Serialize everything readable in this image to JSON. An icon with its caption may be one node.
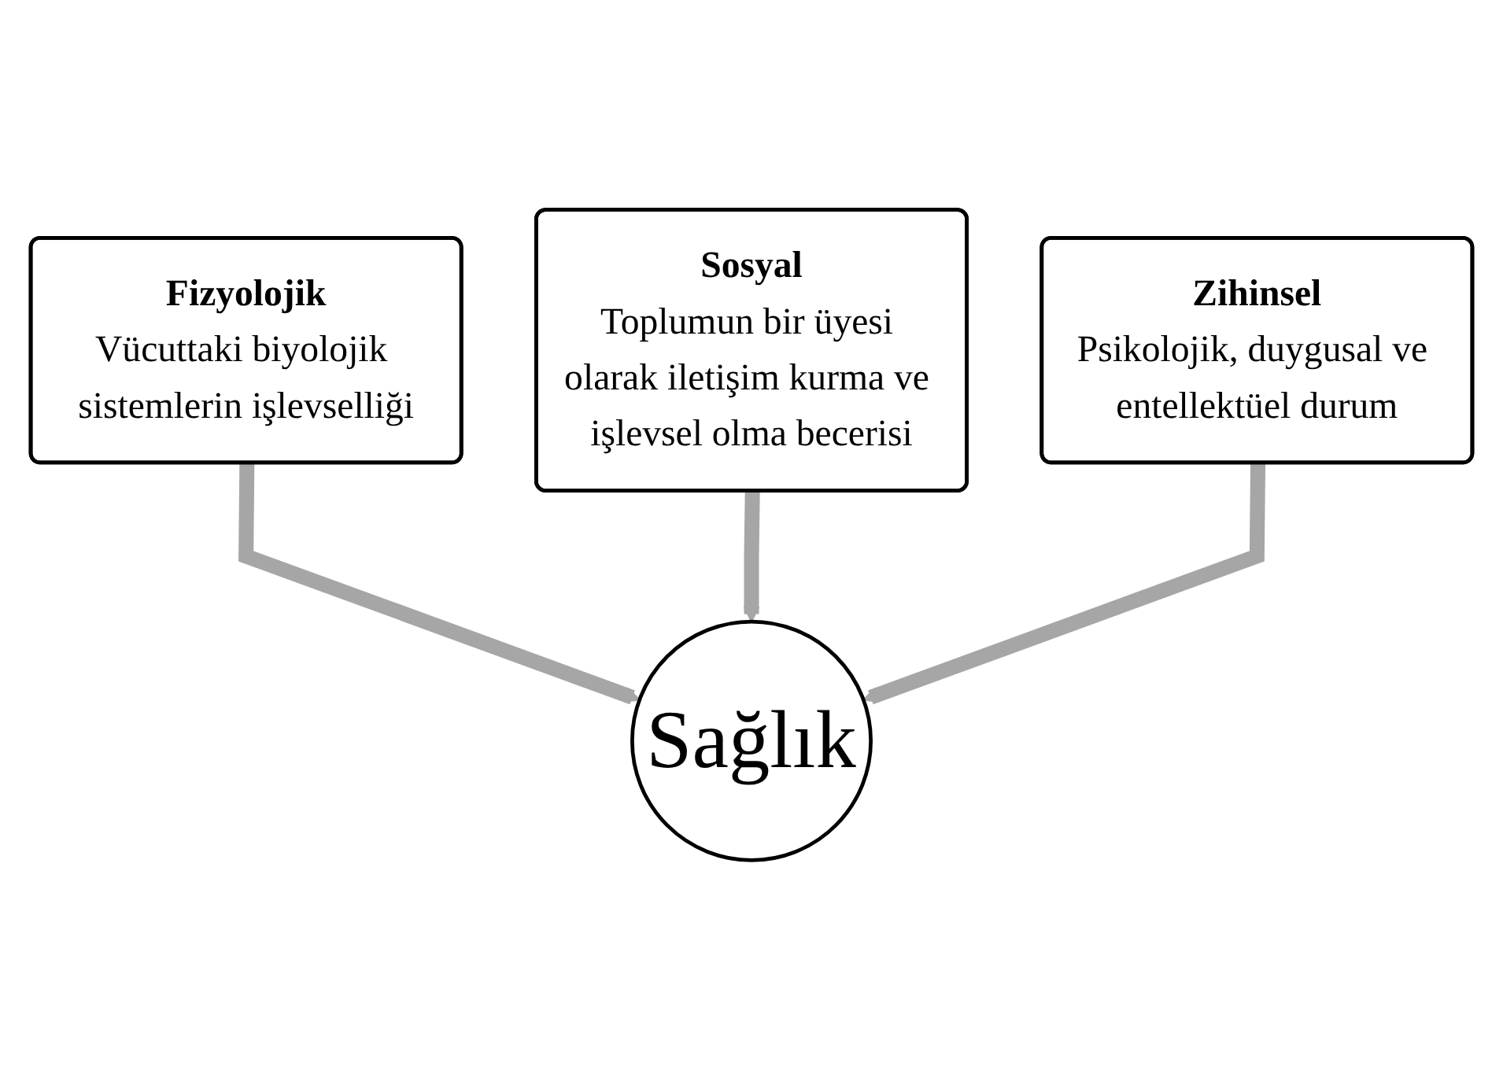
{
  "diagram": {
    "nodes": [
      {
        "text": [
          "Fizyolojik",
          "Vücuttaki biyolojik sistemlerin işlevselliği"
        ]
      },
      {
        "text": [
          "Sosyal",
          "Toplumun bir üyesi olarak iletişim kurma ve işlevsel olma becerisi"
        ]
      },
      {
        "text": [
          "Zihinsel",
          "Psikolojik, duygusal ve entellektüel durum"
        ]
      },
      {
        "text": [
          "Sağlık"
        ]
      }
    ],
    "edges": [
      {
        "from": 0,
        "to": 3,
        "arrow": "to"
      },
      {
        "from": 1,
        "to": 3,
        "arrow": "to"
      },
      {
        "from": 2,
        "to": 3,
        "arrow": "to"
      }
    ]
  }
}
